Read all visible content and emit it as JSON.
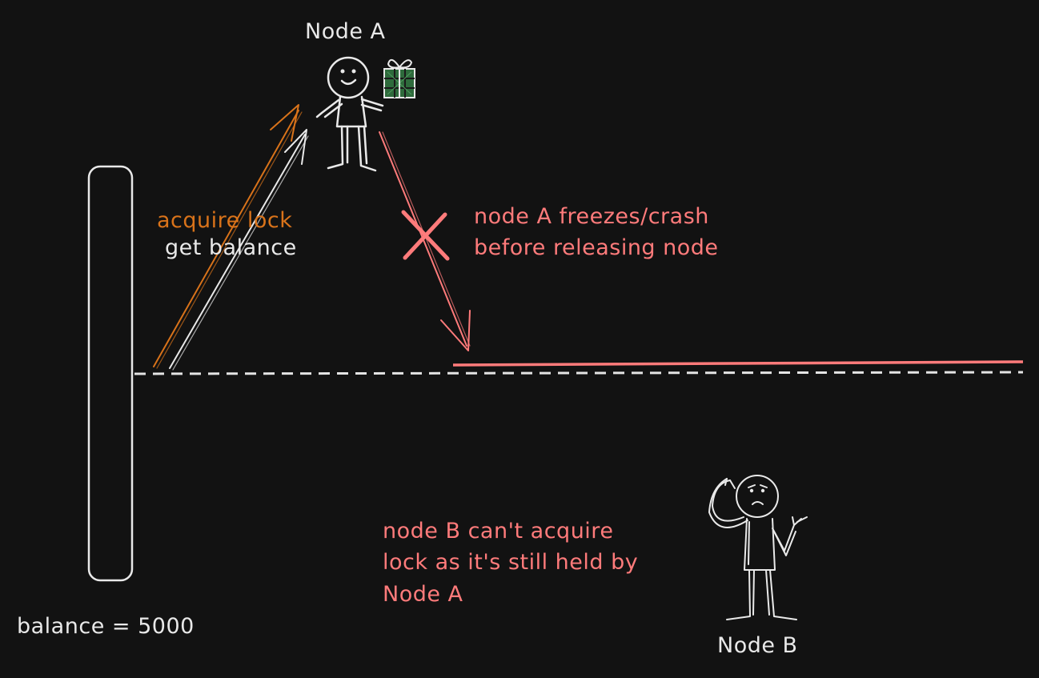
{
  "labels": {
    "node_a": "Node A",
    "node_b": "Node B",
    "acquire_lock": "acquire lock",
    "get_balance": "get balance",
    "freeze_line1": "node A freezes/crash",
    "freeze_line2": "before releasing node",
    "nodeb_line1": "node B can't acquire",
    "nodeb_line2": "lock as it's still held by",
    "nodeb_line3": "Node A",
    "balance": "balance = 5000"
  },
  "colors": {
    "background": "#121212",
    "ink": "#e9e9e9",
    "acquire": "#d9731a",
    "failure": "#ff7b7b",
    "gift": "#2e6b3c"
  },
  "icons": {
    "node_a_figure": "stick-figure-holding-gift-icon",
    "node_b_figure": "confused-stick-figure-icon",
    "crash_mark": "x-cross-icon"
  }
}
